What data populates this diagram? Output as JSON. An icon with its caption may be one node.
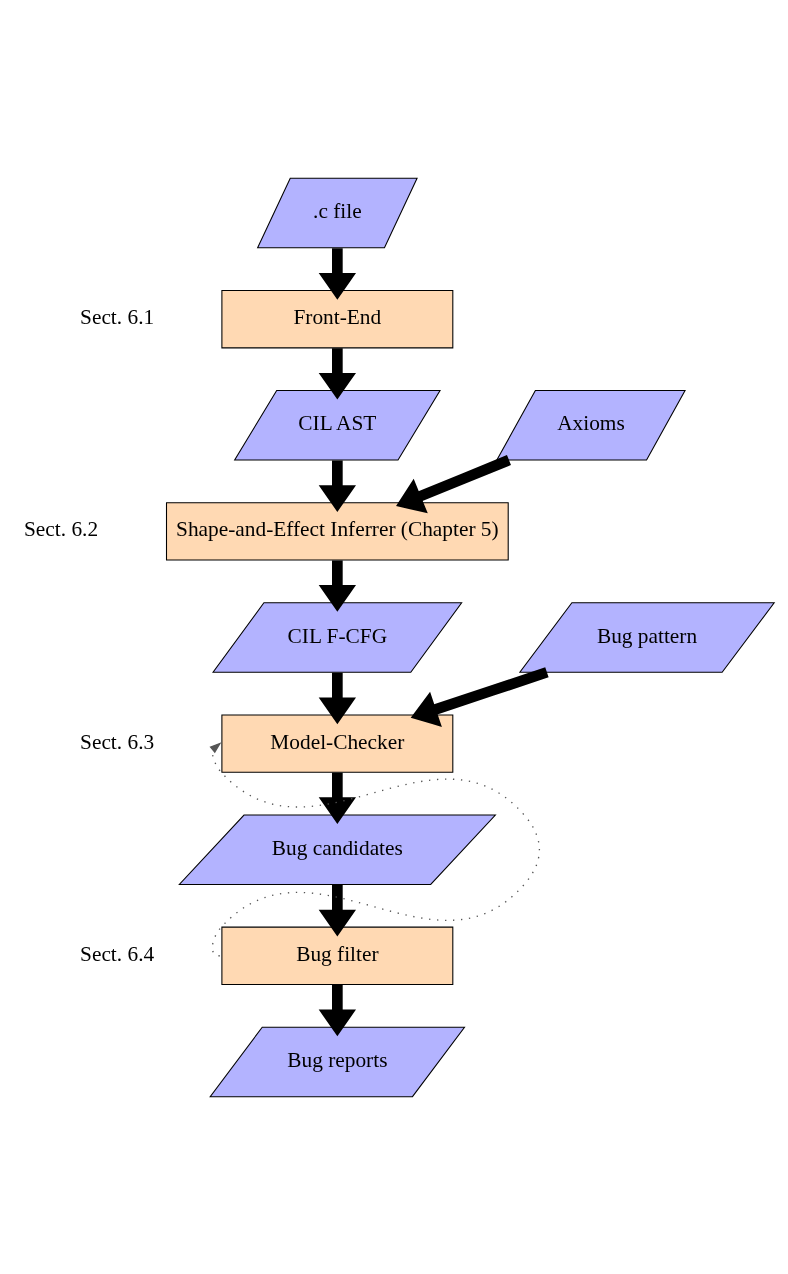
{
  "diagram": {
    "nodes": [
      {
        "text": [
          ".c file"
        ]
      },
      {
        "text": [
          "Front-End"
        ],
        "beside": [
          "Sect. 6.1"
        ]
      },
      {
        "text": [
          "CIL AST"
        ]
      },
      {
        "text": [
          "Axioms"
        ]
      },
      {
        "text": [
          "Shape-and-Effect Inferrer (Chapter 5)"
        ],
        "beside": [
          "Sect. 6.2"
        ]
      },
      {
        "text": [
          "CIL F-CFG"
        ]
      },
      {
        "text": [
          "Bug pattern"
        ]
      },
      {
        "text": [
          "Model-Checker"
        ],
        "beside": [
          "Sect. 6.3"
        ]
      },
      {
        "text": [
          "Bug candidates"
        ]
      },
      {
        "text": [
          "Bug filter"
        ],
        "beside": [
          "Sect. 6.4"
        ]
      },
      {
        "text": [
          "Bug reports"
        ]
      }
    ],
    "edges": [
      {
        "from": 0,
        "to": 1,
        "arrow": "to"
      },
      {
        "from": 1,
        "to": 2,
        "arrow": "to"
      },
      {
        "from": 2,
        "to": 4,
        "arrow": "to"
      },
      {
        "from": 3,
        "to": 4,
        "arrow": "to"
      },
      {
        "from": 4,
        "to": 5,
        "arrow": "to"
      },
      {
        "from": 5,
        "to": 7,
        "arrow": "to"
      },
      {
        "from": 6,
        "to": 7,
        "arrow": "to"
      },
      {
        "from": 7,
        "to": 8,
        "arrow": "to"
      },
      {
        "from": 8,
        "to": 9,
        "arrow": "to"
      },
      {
        "from": 9,
        "to": 10,
        "arrow": "to"
      },
      {
        "from": 9,
        "to": 7,
        "arrow": "to",
        "style": "dashed",
        "color": "#555555"
      }
    ]
  }
}
